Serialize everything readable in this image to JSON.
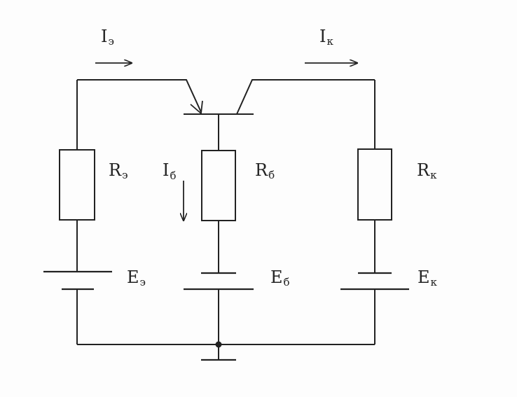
{
  "diagram": {
    "current_emitter": {
      "main": "I",
      "sub": "э"
    },
    "current_collector": {
      "main": "I",
      "sub": "к"
    },
    "current_base": {
      "main": "I",
      "sub": "б"
    },
    "resistor_emitter": {
      "main": "R",
      "sub": "э"
    },
    "resistor_base": {
      "main": "R",
      "sub": "б"
    },
    "resistor_collector": {
      "main": "R",
      "sub": "к"
    },
    "source_emitter": {
      "main": "E",
      "sub": "э"
    },
    "source_base": {
      "main": "E",
      "sub": "б"
    },
    "source_collector": {
      "main": "E",
      "sub": "к"
    }
  }
}
